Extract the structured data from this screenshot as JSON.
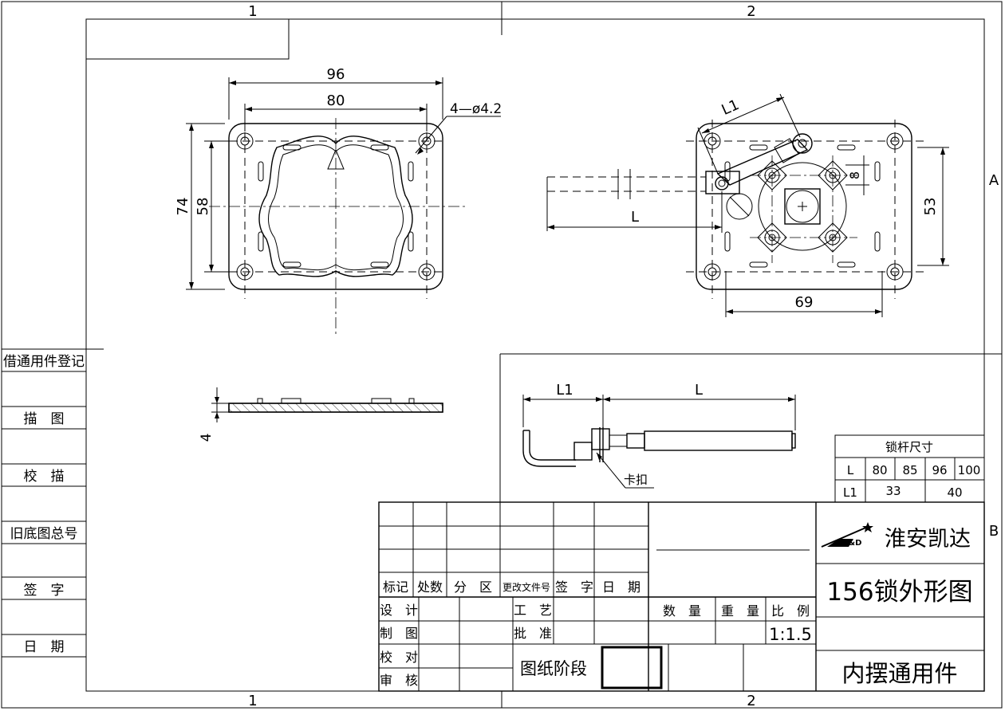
{
  "frame": {
    "zone_top_1": "1",
    "zone_top_2": "2",
    "zone_bottom_1": "1",
    "zone_bottom_2": "2",
    "zone_right_a": "A",
    "zone_right_b": "B"
  },
  "left_strip": [
    "借通用件登记",
    "描　图",
    "校　描",
    "旧底图总号",
    "签　字",
    "日　期"
  ],
  "front_view": {
    "dim_96": "96",
    "dim_80": "80",
    "dim_74": "74",
    "dim_58": "58",
    "hole_note": "4—ø4.2"
  },
  "side_view": {
    "thickness": "4"
  },
  "right_view": {
    "dim_l1": "L1",
    "dim_l": "L",
    "dim_8": "8",
    "dim_53": "53",
    "dim_69": "69"
  },
  "lever_view": {
    "dim_l1": "L1",
    "dim_l": "L",
    "clip_label": "卡扣"
  },
  "size_table": {
    "title": "锁杆尺寸",
    "row_l_label": "L",
    "row_l_values": [
      "80",
      "85",
      "96",
      "100"
    ],
    "row_l1_label": "L1",
    "row_l1_values": [
      "33",
      "40"
    ]
  },
  "title_block": {
    "rev_headers": [
      "标记",
      "处数",
      "分　区",
      "更改文件号",
      "签　字",
      "日　期"
    ],
    "sign_rows": [
      "设　计",
      "制　图",
      "校　对",
      "审　核"
    ],
    "process": "工　艺",
    "approve": "批　准",
    "stage_label": "图纸阶段",
    "qty_label": "数　量",
    "weight_label": "重　量",
    "scale_label": "比　例",
    "scale_value": "1:1.5",
    "company_logo_text": "K&D",
    "company_name": "淮安凯达",
    "drawing_title": "156锁外形图",
    "category": "内摆通用件"
  },
  "colors": {
    "ink": "#000000",
    "paper": "#ffffff"
  }
}
